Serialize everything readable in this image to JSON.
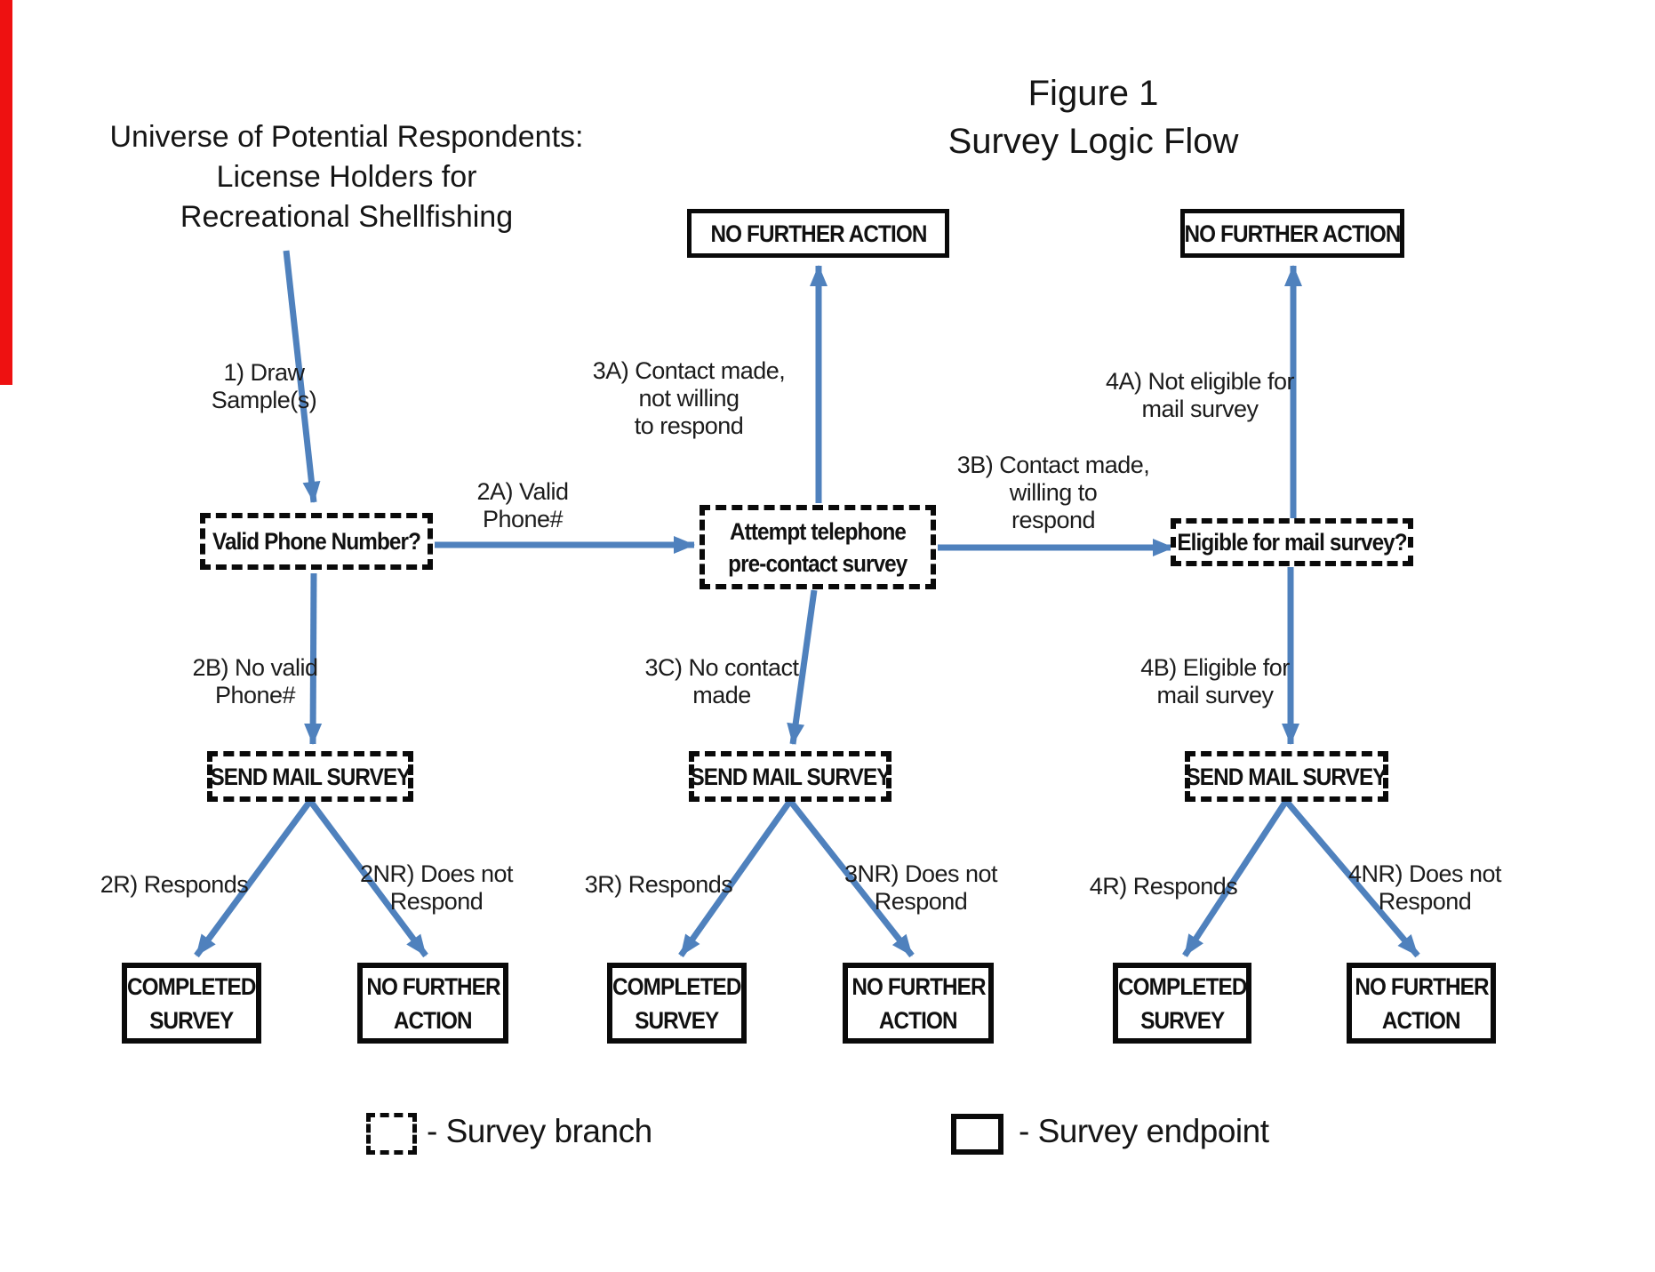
{
  "title": {
    "line1": "Figure 1",
    "line2": "Survey Logic Flow"
  },
  "universe": {
    "line1": "Universe of Potential Respondents:",
    "line2": "License Holders for",
    "line3": "Recreational Shellfishing"
  },
  "nodes": {
    "no_further_action_single": "NO FURTHER ACTION",
    "valid_phone": "Valid Phone Number?",
    "attempt_telephone": {
      "line1": "Attempt telephone",
      "line2": "pre-contact survey"
    },
    "eligible_mail": "Eligible for mail survey?",
    "send_mail": "SEND MAIL SURVEY",
    "completed_survey": {
      "line1": "COMPLETED",
      "line2": "SURVEY"
    },
    "no_further_action": {
      "line1": "NO FURTHER",
      "line2": "ACTION"
    }
  },
  "edge_labels": {
    "draw_sample": [
      "1) Draw",
      "Sample(s)"
    ],
    "valid_phone": [
      "2A) Valid",
      "Phone#"
    ],
    "no_valid_phone": [
      "2B) No valid",
      "Phone#"
    ],
    "contact_made_not_willing": [
      "3A) Contact made,",
      "not willing",
      "to respond"
    ],
    "contact_made_willing": [
      "3B) Contact made,",
      "willing to",
      "respond"
    ],
    "no_contact_made": [
      "3C) No contact",
      "made"
    ],
    "not_eligible": [
      "4A) Not eligible for",
      "mail survey"
    ],
    "eligible": [
      "4B) Eligible for",
      "mail survey"
    ],
    "responds_2": "2R) Responds",
    "does_not_respond_2": [
      "2NR) Does not",
      "Respond"
    ],
    "responds_3": "3R) Responds",
    "does_not_respond_3": [
      "3NR) Does not",
      "Respond"
    ],
    "responds_4": "4R) Responds",
    "does_not_respond_4": [
      "4NR) Does not",
      "Respond"
    ]
  },
  "legend": {
    "branch": "- Survey branch",
    "endpoint": "- Survey endpoint"
  },
  "colors": {
    "arrow": "#4f81bd",
    "accent_red": "#ee1111",
    "box_border": "#000000",
    "text": "#1a1a1a"
  }
}
